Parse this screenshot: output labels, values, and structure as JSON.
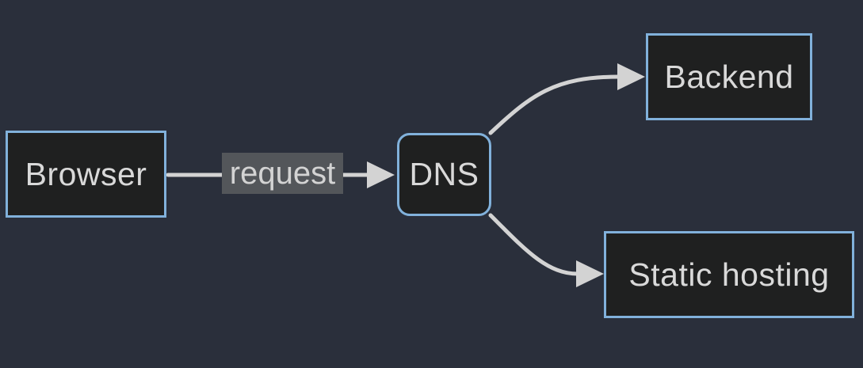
{
  "diagram": {
    "type": "flowchart",
    "direction": "left-to-right",
    "nodes": {
      "browser": {
        "id": "browser",
        "label": "Browser",
        "shape": "rectangle"
      },
      "dns": {
        "id": "dns",
        "label": "DNS",
        "shape": "rounded-rectangle"
      },
      "backend": {
        "id": "backend",
        "label": "Backend",
        "shape": "rectangle"
      },
      "static_hosting": {
        "id": "static_hosting",
        "label": "Static hosting",
        "shape": "rectangle"
      }
    },
    "edges": [
      {
        "from": "browser",
        "to": "dns",
        "label": "request",
        "arrow": "triangle"
      },
      {
        "from": "dns",
        "to": "backend",
        "label": "",
        "arrow": "triangle"
      },
      {
        "from": "dns",
        "to": "static_hosting",
        "label": "",
        "arrow": "triangle"
      }
    ]
  },
  "colors": {
    "background": "#2a2f3b",
    "node_fill": "#1f2020",
    "node_border": "#81b1db",
    "node_text": "#d9d9d9",
    "edge": "#d3d3d3",
    "edge_label_bg": "#53565a",
    "edge_label_text": "#d3d3d3"
  }
}
